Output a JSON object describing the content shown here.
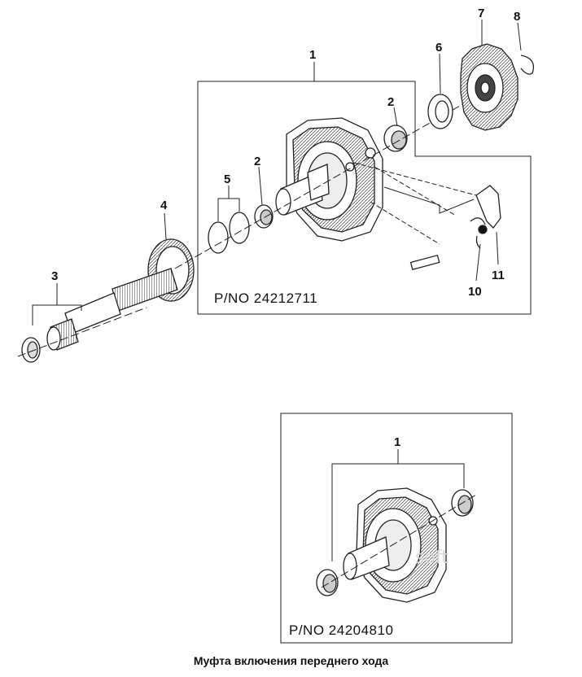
{
  "callouts": {
    "c1_top": "1",
    "c2_right": "2",
    "c2_left": "2",
    "c3": "3",
    "c4": "4",
    "c5": "5",
    "c6": "6",
    "c7": "7",
    "c8": "8",
    "c10": "10",
    "c11": "11",
    "c1_bottom": "1"
  },
  "assemblies": {
    "top_part_number": "P/NO 24212711",
    "bottom_part_number": "P/NO 24204810"
  },
  "caption": "Муфта включения переднего хода",
  "watermark": "soft"
}
